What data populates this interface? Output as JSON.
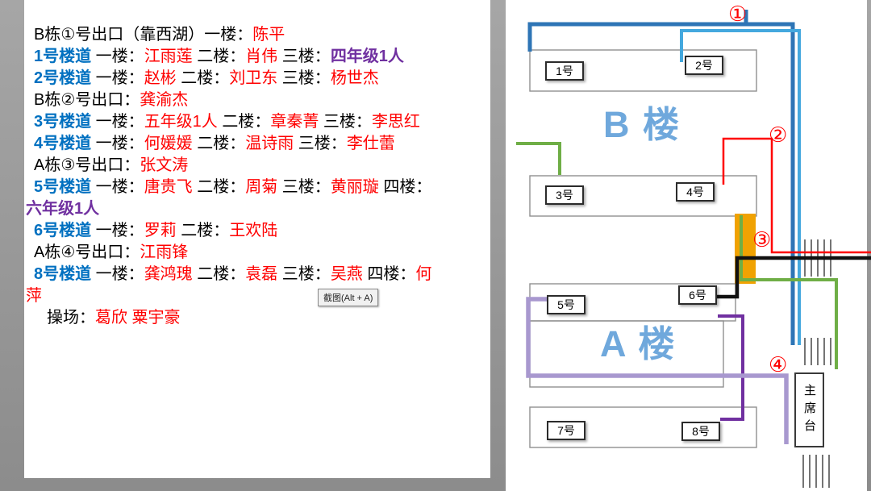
{
  "colors": {
    "text_red": "#FF0000",
    "text_blue": "#0070C0",
    "text_purple": "#7030A0",
    "building_label": "#6FA8DC",
    "route_blue_dark": "#2E75B6",
    "route_blue_light": "#44A8DE",
    "route_green": "#6FAE46",
    "route_red": "#FF0000",
    "route_black": "#111111",
    "route_purple_dark": "#7030A0",
    "route_purple_light": "#A898CF",
    "assembly_orange": "#F0A202"
  },
  "tooltip": {
    "text": "截图(Alt + A)"
  },
  "duty_list": {
    "lines": [
      {
        "indent": 1,
        "segments": [
          {
            "t": "B栋①号出口（靠西湖）一楼：",
            "c": "black"
          },
          {
            "t": "陈平",
            "c": "red"
          }
        ]
      },
      {
        "indent": 1,
        "segments": [
          {
            "t": "1号楼道",
            "c": "blue"
          },
          {
            "t": " 一楼：",
            "c": "black"
          },
          {
            "t": "江雨莲",
            "c": "red"
          },
          {
            "t": " 二楼：",
            "c": "black"
          },
          {
            "t": "肖伟",
            "c": "red"
          },
          {
            "t": " 三楼：",
            "c": "black"
          },
          {
            "t": "四年级1人",
            "c": "purple"
          }
        ]
      },
      {
        "indent": 1,
        "segments": [
          {
            "t": "2号楼道",
            "c": "blue"
          },
          {
            "t": " 一楼：",
            "c": "black"
          },
          {
            "t": "赵彬",
            "c": "red"
          },
          {
            "t": " 二楼：",
            "c": "black"
          },
          {
            "t": "刘卫东",
            "c": "red"
          },
          {
            "t": " 三楼：",
            "c": "black"
          },
          {
            "t": "杨世杰",
            "c": "red"
          }
        ]
      },
      {
        "indent": 1,
        "segments": [
          {
            "t": "B栋②号出口：",
            "c": "black"
          },
          {
            "t": "龚渝杰",
            "c": "red"
          }
        ]
      },
      {
        "indent": 1,
        "segments": [
          {
            "t": "3号楼道",
            "c": "blue"
          },
          {
            "t": " 一楼：",
            "c": "black"
          },
          {
            "t": "五年级1人",
            "c": "red"
          },
          {
            "t": " 二楼：",
            "c": "black"
          },
          {
            "t": "章秦菁",
            "c": "red"
          },
          {
            "t": " 三楼：",
            "c": "black"
          },
          {
            "t": "李思红",
            "c": "red"
          }
        ]
      },
      {
        "indent": 1,
        "segments": [
          {
            "t": "4号楼道",
            "c": "blue"
          },
          {
            "t": " 一楼：",
            "c": "black"
          },
          {
            "t": "何媛媛",
            "c": "red"
          },
          {
            "t": "  二楼：",
            "c": "black"
          },
          {
            "t": "温诗雨",
            "c": "red"
          },
          {
            "t": " 三楼：",
            "c": "black"
          },
          {
            "t": "李仕蕾",
            "c": "red"
          }
        ]
      },
      {
        "indent": 1,
        "segments": [
          {
            "t": "A栋③号出口：",
            "c": "black"
          },
          {
            "t": "张文涛",
            "c": "red"
          }
        ]
      },
      {
        "indent": 1,
        "segments": [
          {
            "t": "5号楼道",
            "c": "blue"
          },
          {
            "t": " 一楼：",
            "c": "black"
          },
          {
            "t": "唐贵飞",
            "c": "red"
          },
          {
            "t": " 二楼：",
            "c": "black"
          },
          {
            "t": "周菊",
            "c": "red"
          },
          {
            "t": " 三楼：",
            "c": "black"
          },
          {
            "t": "黄丽璇",
            "c": "red"
          },
          {
            "t": " 四楼：",
            "c": "black"
          }
        ]
      },
      {
        "indent": 0,
        "segments": [
          {
            "t": "六年级1人",
            "c": "purple"
          }
        ]
      },
      {
        "indent": 1,
        "segments": [
          {
            "t": "6号楼道",
            "c": "blue"
          },
          {
            "t": " 一楼：",
            "c": "black"
          },
          {
            "t": "罗莉",
            "c": "red"
          },
          {
            "t": " 二楼：",
            "c": "black"
          },
          {
            "t": "王欢陆",
            "c": "red"
          }
        ]
      },
      {
        "indent": 1,
        "segments": [
          {
            "t": "A栋④号出口：",
            "c": "black"
          },
          {
            "t": "江雨锋",
            "c": "red"
          }
        ]
      },
      {
        "indent": 1,
        "segments": [
          {
            "t": "8号楼道",
            "c": "blue"
          },
          {
            "t": " 一楼：",
            "c": "black"
          },
          {
            "t": "龚鸿瑰",
            "c": "red"
          },
          {
            "t": " 二楼：",
            "c": "black"
          },
          {
            "t": "袁磊",
            "c": "red"
          },
          {
            "t": " 三楼：",
            "c": "black"
          },
          {
            "t": "吴燕",
            "c": "red"
          },
          {
            "t": " 四楼：",
            "c": "black"
          },
          {
            "t": "何",
            "c": "red"
          }
        ]
      },
      {
        "indent": 0,
        "segments": [
          {
            "t": "萍",
            "c": "red"
          }
        ]
      },
      {
        "indent": 2,
        "segments": [
          {
            "t": "操场：",
            "c": "black"
          },
          {
            "t": "葛欣 粟宇豪",
            "c": "red"
          }
        ]
      }
    ]
  },
  "diagram": {
    "building_b_label": "B 楼",
    "building_a_label": "A 楼",
    "stage_label": "主席台",
    "rooms": [
      {
        "label": "1号"
      },
      {
        "label": "2号"
      },
      {
        "label": "3号"
      },
      {
        "label": "4号"
      },
      {
        "label": "5号"
      },
      {
        "label": "6号"
      },
      {
        "label": "7号"
      },
      {
        "label": "8号"
      }
    ],
    "exit_markers": [
      {
        "label": "①"
      },
      {
        "label": "②"
      },
      {
        "label": "③"
      },
      {
        "label": "④"
      }
    ]
  }
}
